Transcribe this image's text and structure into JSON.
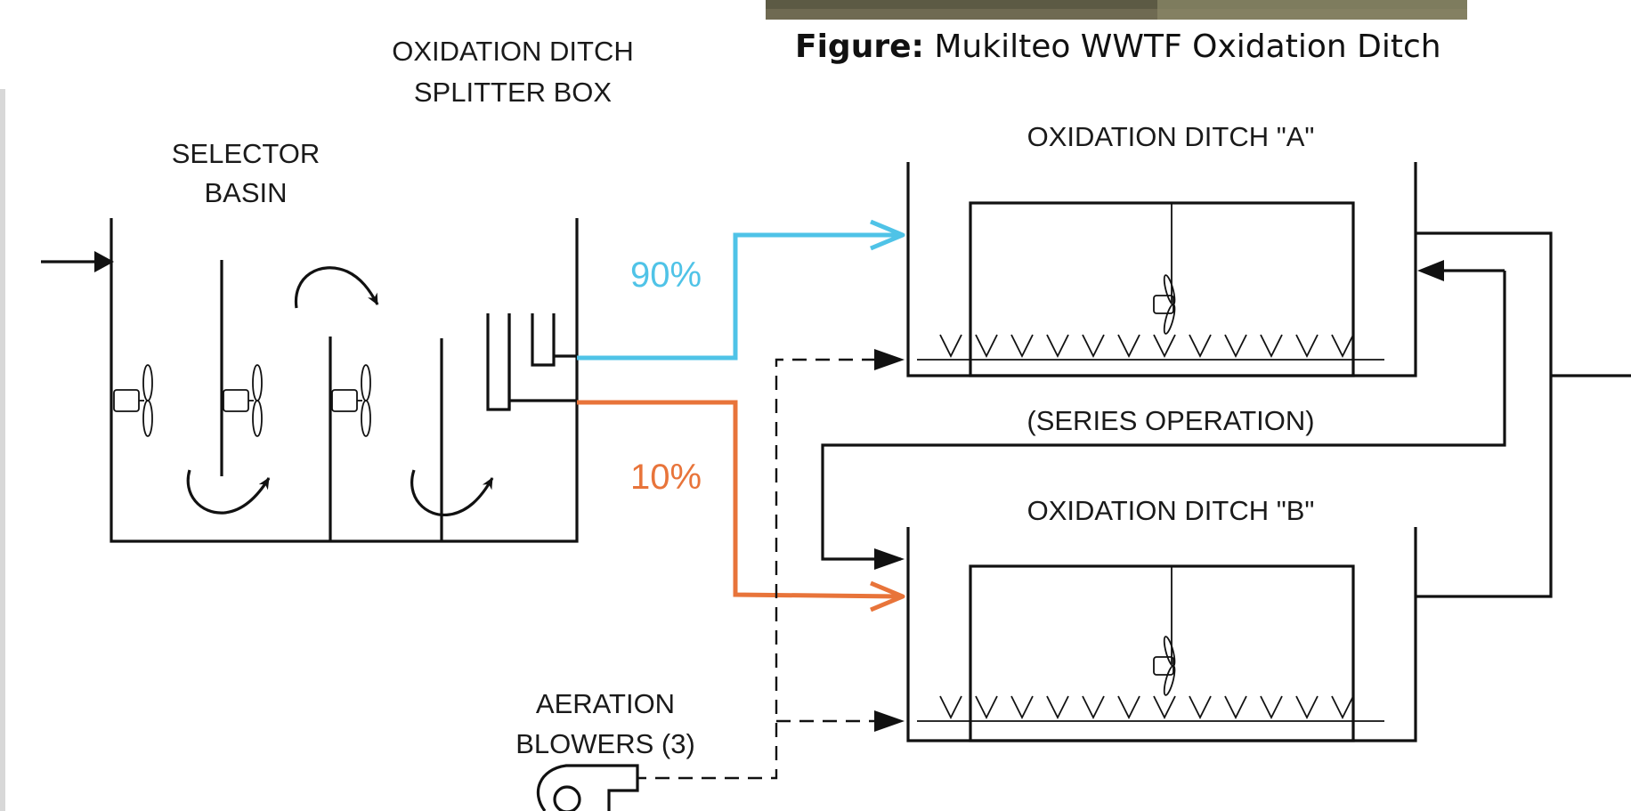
{
  "caption": {
    "bold": "Figure:",
    "text": " Mukilteo WWTF Oxidation Ditch"
  },
  "labels": {
    "splitter_line1": "OXIDATION DITCH",
    "splitter_line2": "SPLITTER BOX",
    "selector_line1": "SELECTOR",
    "selector_line2": "BASIN",
    "ditch_a": "OXIDATION DITCH \"A\"",
    "ditch_b": "OXIDATION DITCH \"B\"",
    "series": "(SERIES OPERATION)",
    "blowers_line1": "AERATION",
    "blowers_line2": "BLOWERS (3)"
  },
  "flow_split": {
    "ditch_a_pct": "90%",
    "ditch_b_pct": "10%"
  },
  "colors": {
    "flow_a": "#4FC3E7",
    "flow_b": "#E8743A",
    "line": "#111111"
  },
  "icons": [
    "mixer-propeller-icon",
    "flow-arrow-icon",
    "diffuser-icon",
    "blower-icon"
  ]
}
